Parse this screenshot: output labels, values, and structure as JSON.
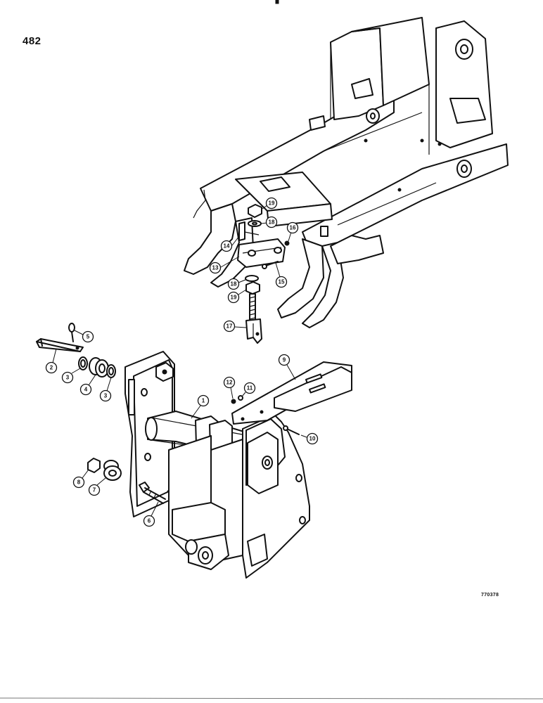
{
  "page_number": "482",
  "drawing_number": "770378",
  "callouts": {
    "c1": "1",
    "c2": "2",
    "c3a": "3",
    "c3b": "3",
    "c4": "4",
    "c5": "5",
    "c6": "6",
    "c7": "7",
    "c8": "8",
    "c9": "9",
    "c10": "10",
    "c11": "11",
    "c12": "12",
    "c13": "13",
    "c14": "14",
    "c15": "15",
    "c16": "16",
    "c17": "17",
    "c18a": "18",
    "c18b": "18",
    "c19a": "19",
    "c19b": "19"
  }
}
